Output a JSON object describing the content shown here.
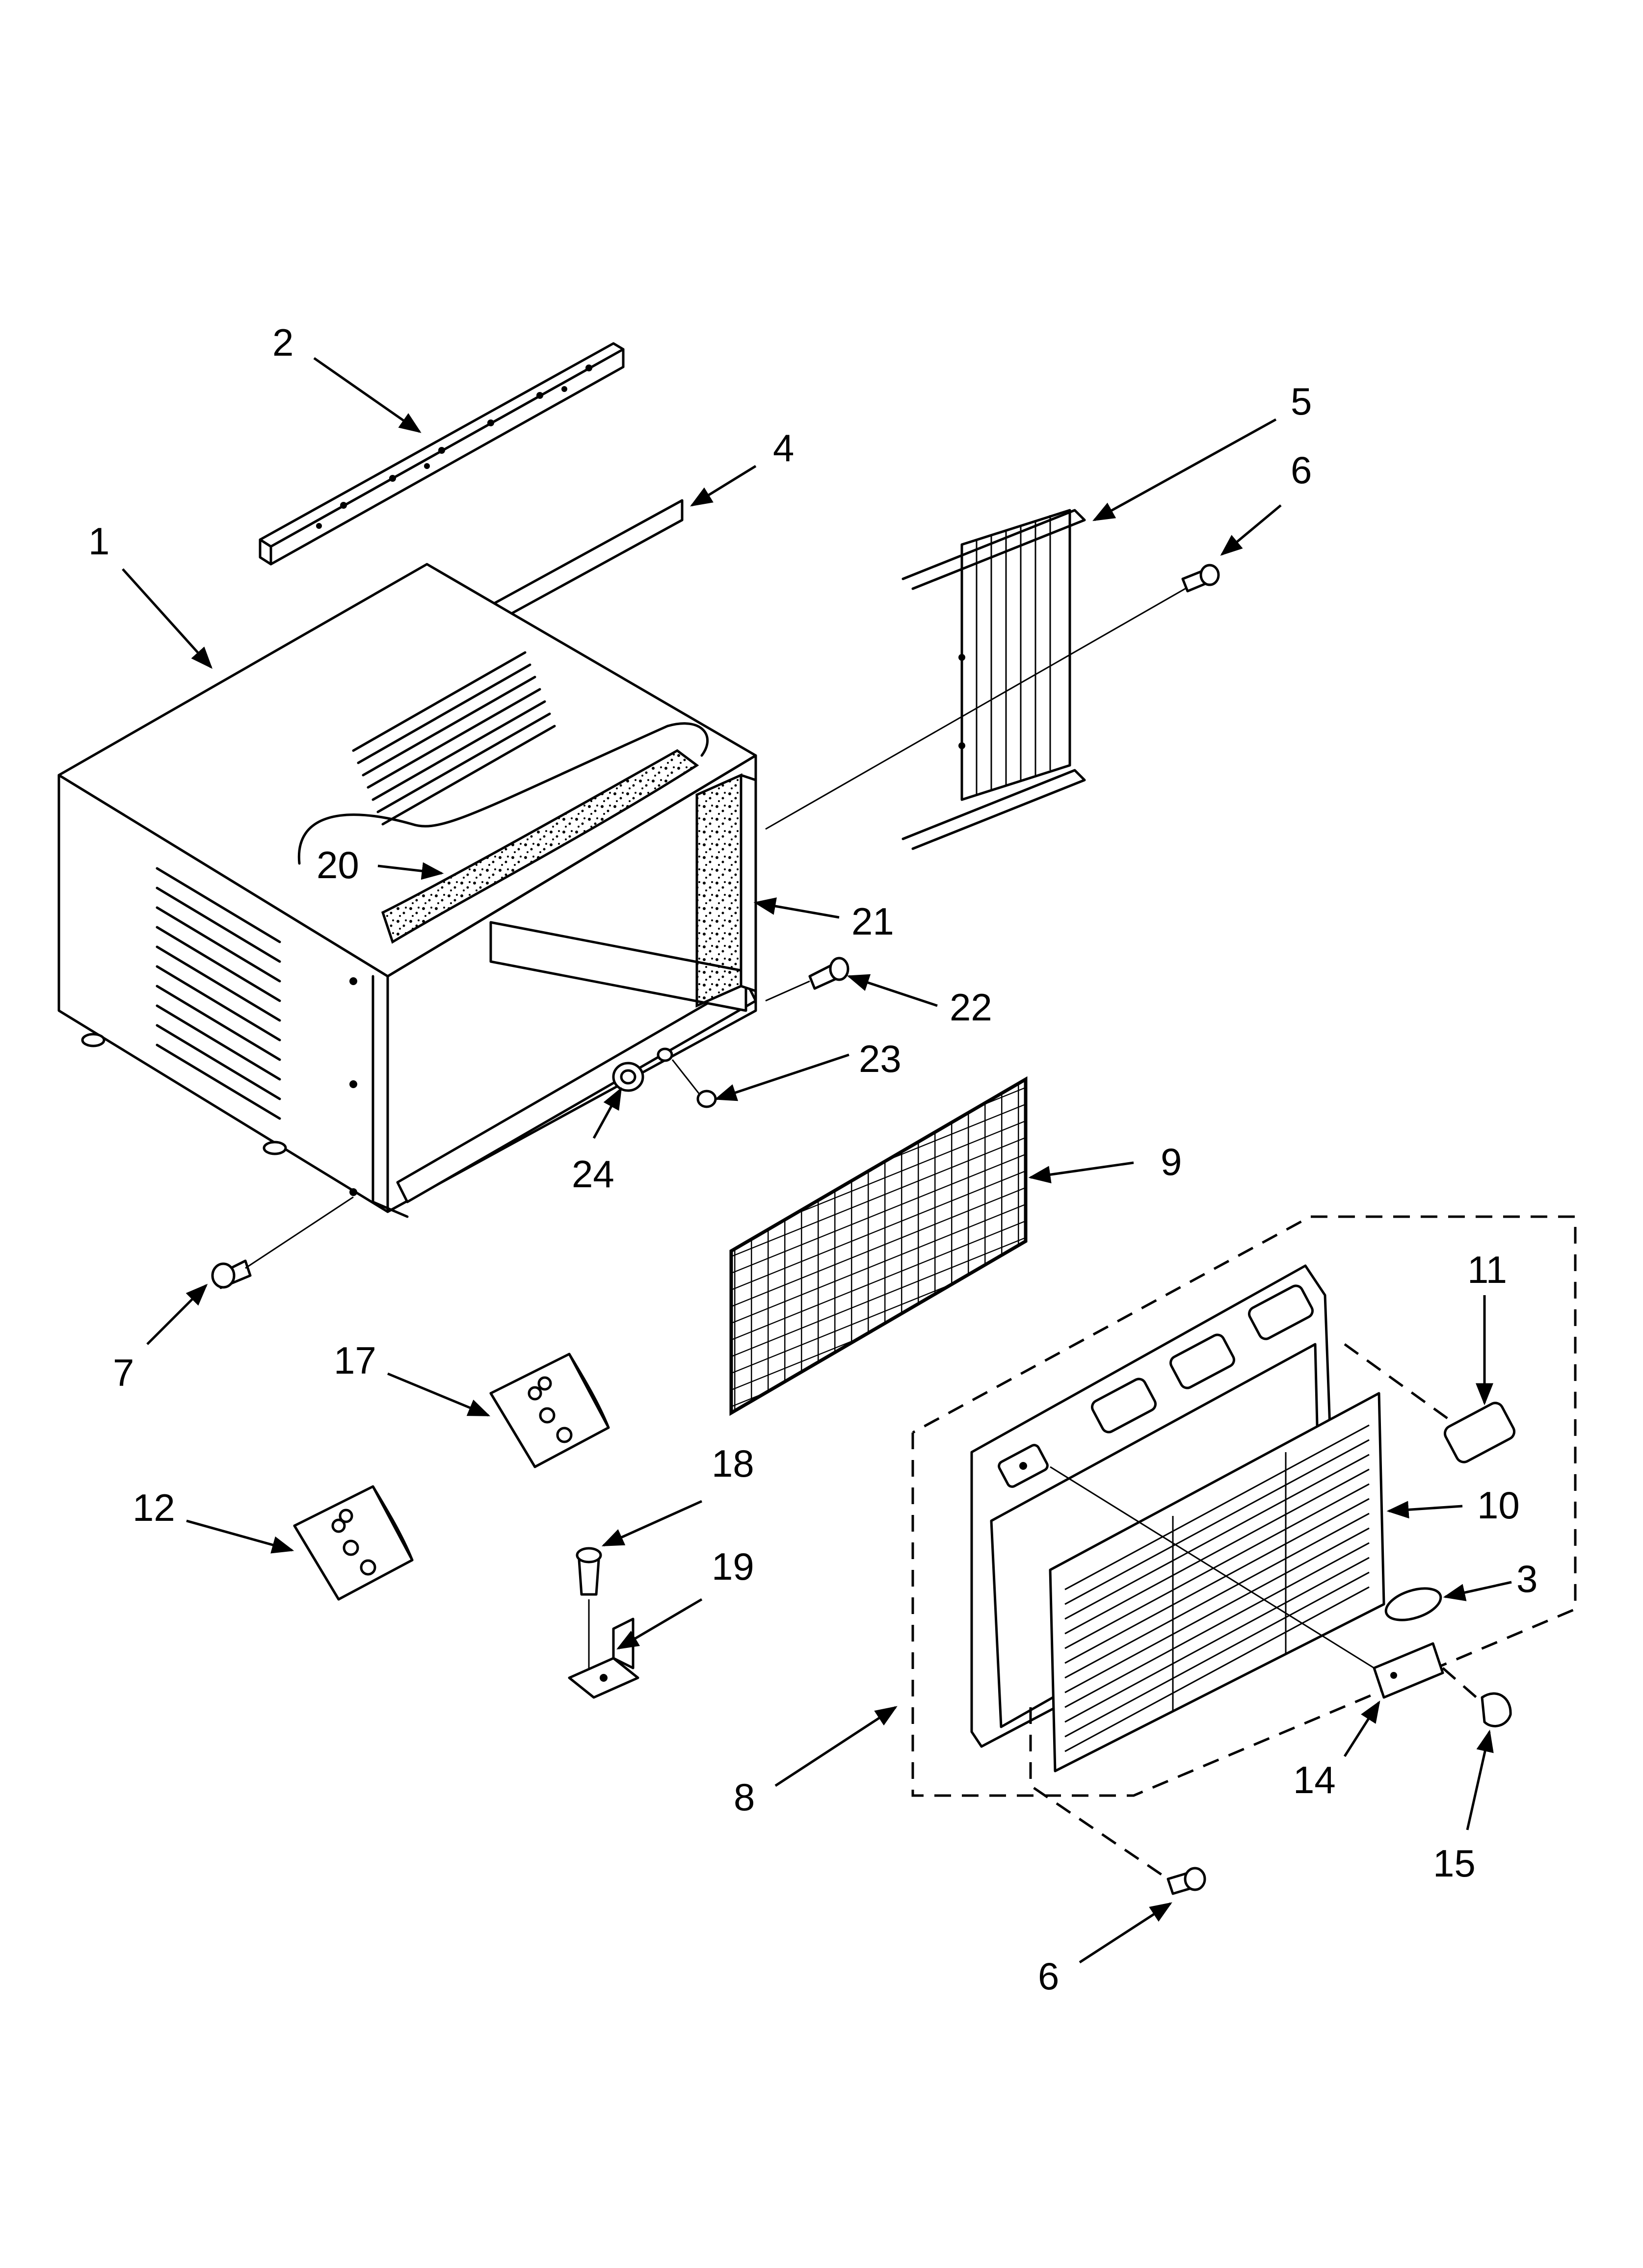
{
  "callouts": [
    {
      "id": "c1",
      "label": "1"
    },
    {
      "id": "c2",
      "label": "2"
    },
    {
      "id": "c3",
      "label": "3"
    },
    {
      "id": "c4",
      "label": "4"
    },
    {
      "id": "c5",
      "label": "5"
    },
    {
      "id": "c6a",
      "label": "6"
    },
    {
      "id": "c6b",
      "label": "6"
    },
    {
      "id": "c7",
      "label": "7"
    },
    {
      "id": "c8",
      "label": "8"
    },
    {
      "id": "c9",
      "label": "9"
    },
    {
      "id": "c10",
      "label": "10"
    },
    {
      "id": "c11",
      "label": "11"
    },
    {
      "id": "c12",
      "label": "12"
    },
    {
      "id": "c14",
      "label": "14"
    },
    {
      "id": "c15",
      "label": "15"
    },
    {
      "id": "c17",
      "label": "17"
    },
    {
      "id": "c18",
      "label": "18"
    },
    {
      "id": "c19",
      "label": "19"
    },
    {
      "id": "c20",
      "label": "20"
    },
    {
      "id": "c21",
      "label": "21"
    },
    {
      "id": "c22",
      "label": "22"
    },
    {
      "id": "c23",
      "label": "23"
    },
    {
      "id": "c24",
      "label": "24"
    }
  ]
}
